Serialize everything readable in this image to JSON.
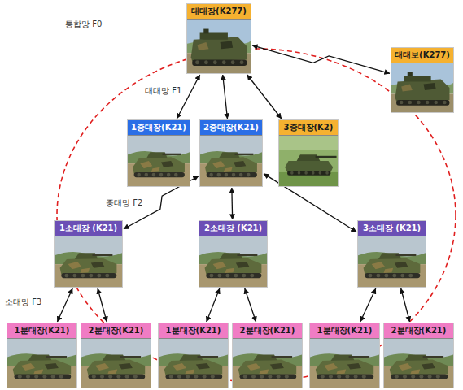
{
  "diagram": {
    "nodes": [
      {
        "text": [
          "대대장(K277)"
        ]
      },
      {
        "text": [
          "대대보(K277)"
        ]
      },
      {
        "text": [
          "1중대장(K21)"
        ]
      },
      {
        "text": [
          "2중대장(K21)"
        ]
      },
      {
        "text": [
          "3중대장(K2)"
        ]
      },
      {
        "text": [
          "1소대장 (K21)"
        ]
      },
      {
        "text": [
          "2소대장 (K21)"
        ]
      },
      {
        "text": [
          "3소대장 (K21)"
        ]
      },
      {
        "text": [
          "1분대장(K21)"
        ]
      },
      {
        "text": [
          "2분대장(K21)"
        ]
      },
      {
        "text": [
          "1분대장(K21)"
        ]
      },
      {
        "text": [
          "2분대장(K21)"
        ]
      },
      {
        "text": [
          "1분대장(K21)"
        ]
      },
      {
        "text": [
          "2분대장(K21)"
        ]
      }
    ],
    "edges": [
      {
        "from": 0,
        "to": 1,
        "arrow": "both"
      },
      {
        "from": 0,
        "to": 2,
        "arrow": "both"
      },
      {
        "from": 0,
        "to": 3,
        "arrow": "both"
      },
      {
        "from": 0,
        "to": 4,
        "arrow": "both"
      },
      {
        "from": 3,
        "to": 5,
        "arrow": "both"
      },
      {
        "from": 3,
        "to": 6,
        "arrow": "both"
      },
      {
        "from": 3,
        "to": 7,
        "arrow": "both"
      },
      {
        "from": 5,
        "to": 8,
        "arrow": "both"
      },
      {
        "from": 5,
        "to": 9,
        "arrow": "both"
      },
      {
        "from": 6,
        "to": 10,
        "arrow": "both"
      },
      {
        "from": 6,
        "to": 11,
        "arrow": "both"
      },
      {
        "from": 7,
        "to": 12,
        "arrow": "both"
      },
      {
        "from": 7,
        "to": 13,
        "arrow": "both"
      }
    ],
    "labels": [
      "통합망 F0",
      "대대망 F1",
      "중대망 F2",
      "소대망 F3"
    ]
  }
}
